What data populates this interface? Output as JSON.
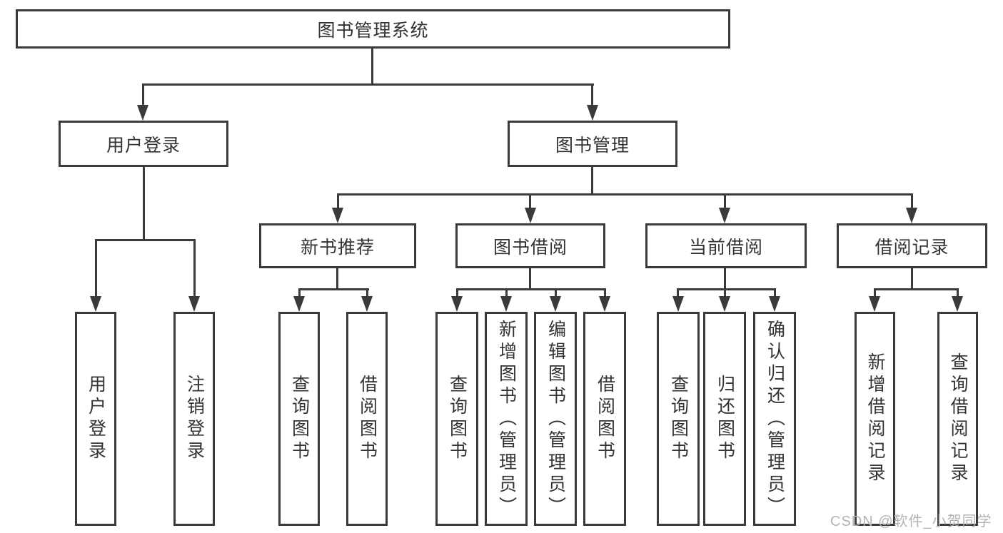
{
  "diagram": {
    "title": "图书管理系统",
    "nodes": {
      "root": "图书管理系统",
      "user_login": "用户登录",
      "book_mgmt": "图书管理",
      "new_book_rec": "新书推荐",
      "book_borrow": "图书借阅",
      "current_borrow": "当前借阅",
      "borrow_records": "借阅记录",
      "leaf_user_login": "用户登录",
      "leaf_logout": "注销登录",
      "rec_query_books": "查询图书",
      "rec_borrow_books": "借阅图书",
      "bor_query_books": "查询图书",
      "bor_add_books": "新增图书（管理员）",
      "bor_edit_books": "编辑图书（管理员）",
      "bor_borrow_books": "借阅图书",
      "cur_query_books": "查询图书",
      "cur_return_books": "归还图书",
      "cur_confirm_return": "确认归还（管理员）",
      "brec_add_record": "新增借阅记录",
      "brec_query_record": "查询借阅记录"
    },
    "hierarchy": {
      "label": "图书管理系统",
      "children": [
        {
          "label": "用户登录",
          "children": [
            {
              "label": "用户登录"
            },
            {
              "label": "注销登录"
            }
          ]
        },
        {
          "label": "图书管理",
          "children": [
            {
              "label": "新书推荐",
              "children": [
                {
                  "label": "查询图书"
                },
                {
                  "label": "借阅图书"
                }
              ]
            },
            {
              "label": "图书借阅",
              "children": [
                {
                  "label": "查询图书"
                },
                {
                  "label": "新增图书（管理员）"
                },
                {
                  "label": "编辑图书（管理员）"
                },
                {
                  "label": "借阅图书"
                }
              ]
            },
            {
              "label": "当前借阅",
              "children": [
                {
                  "label": "查询图书"
                },
                {
                  "label": "归还图书"
                },
                {
                  "label": "确认归还（管理员）"
                }
              ]
            },
            {
              "label": "借阅记录",
              "children": [
                {
                  "label": "新增借阅记录"
                },
                {
                  "label": "查询借阅记录"
                }
              ]
            }
          ]
        }
      ]
    }
  },
  "watermark": {
    "text": "CSDN @软件_小贺同学"
  },
  "colors": {
    "line": "#3a3a3a",
    "text": "#333333",
    "watermark": "#b3b3b3",
    "background": "#ffffff"
  }
}
